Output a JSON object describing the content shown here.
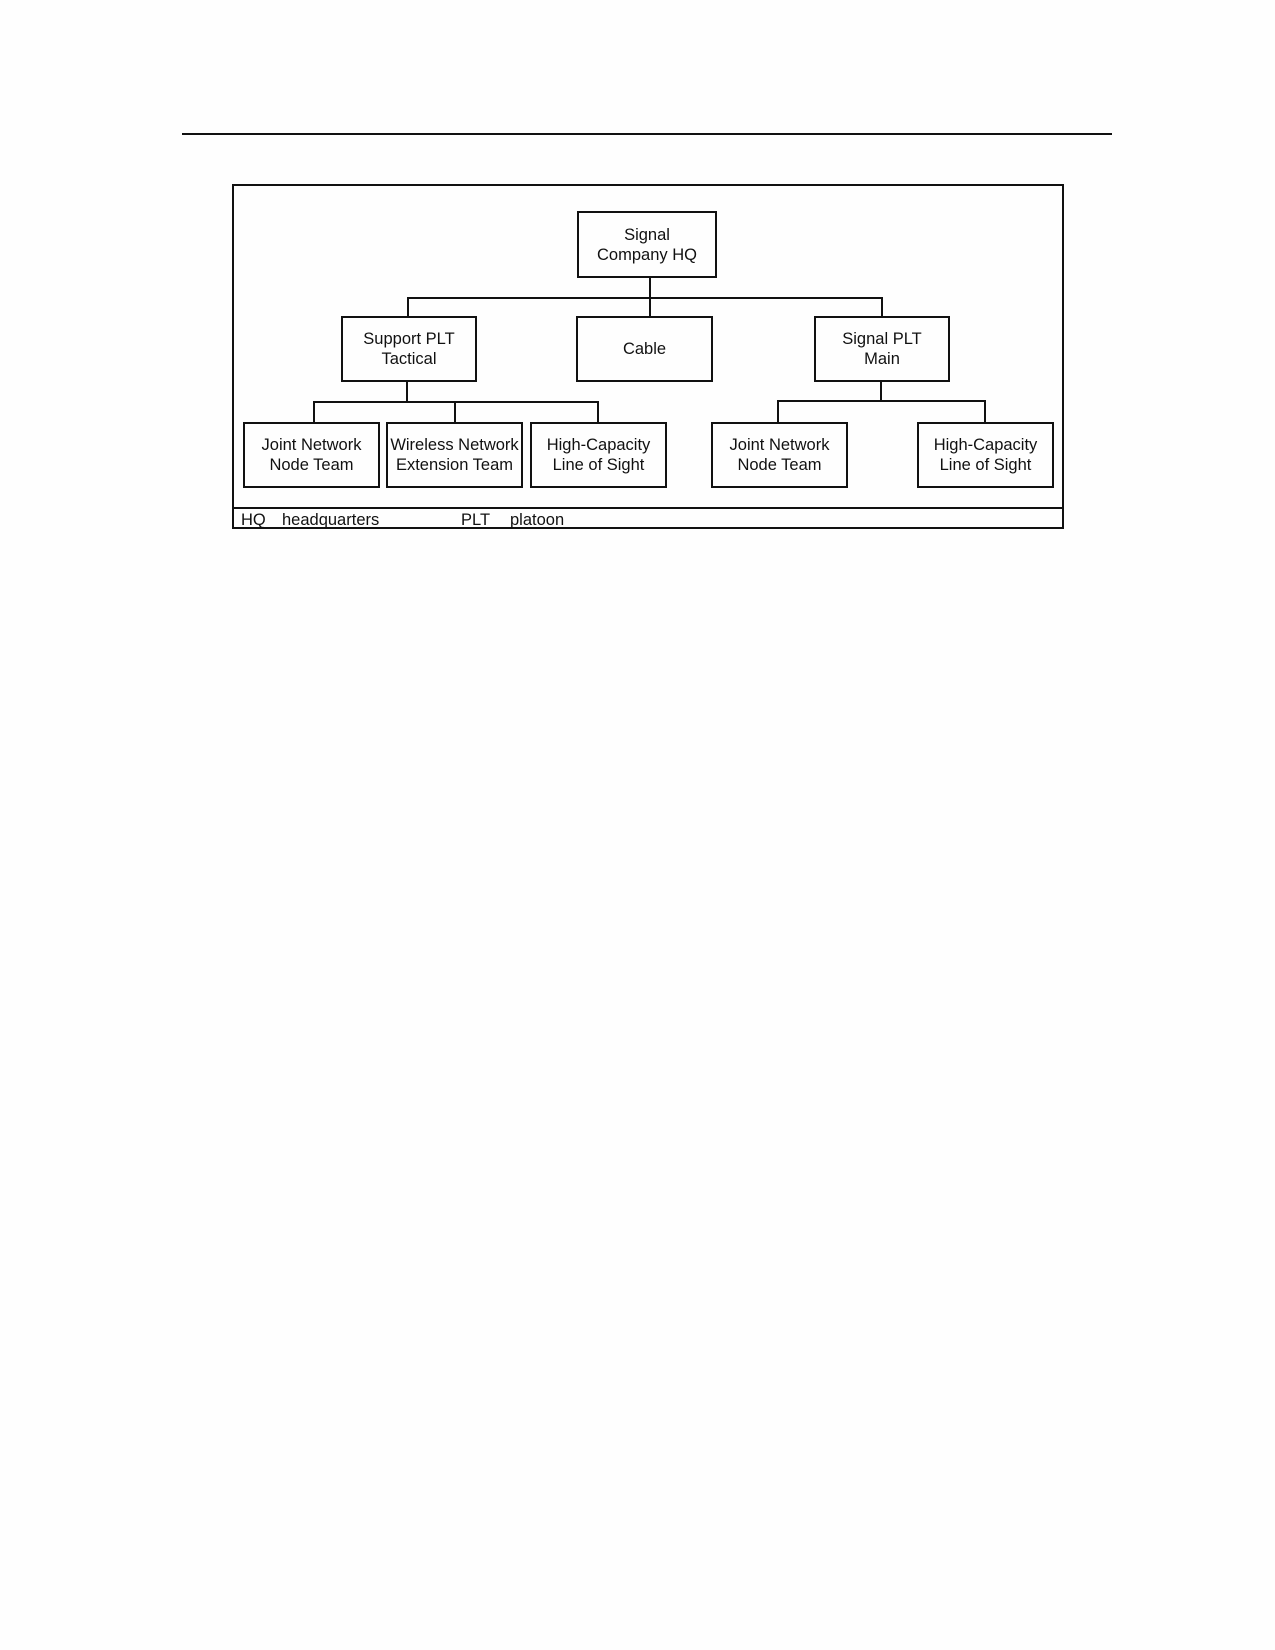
{
  "diagram": {
    "root": {
      "line1": "Signal",
      "line2": "Company HQ"
    },
    "platoons": {
      "support": {
        "line1": "Support PLT",
        "line2": "Tactical"
      },
      "cable": {
        "label": "Cable"
      },
      "main": {
        "line1": "Signal PLT",
        "line2": "Main"
      }
    },
    "teams": {
      "support_jnn": {
        "line1": "Joint Network",
        "line2": "Node Team"
      },
      "support_wne": {
        "line1": "Wireless Network",
        "line2": "Extension Team"
      },
      "support_hclos": {
        "line1": "High-Capacity",
        "line2": "Line of Sight"
      },
      "main_jnn": {
        "line1": "Joint Network",
        "line2": "Node Team"
      },
      "main_hclos": {
        "line1": "High-Capacity",
        "line2": "Line of Sight"
      }
    }
  },
  "legend": {
    "abbr1": "HQ",
    "def1": "headquarters",
    "abbr2": "PLT",
    "def2": "platoon"
  }
}
